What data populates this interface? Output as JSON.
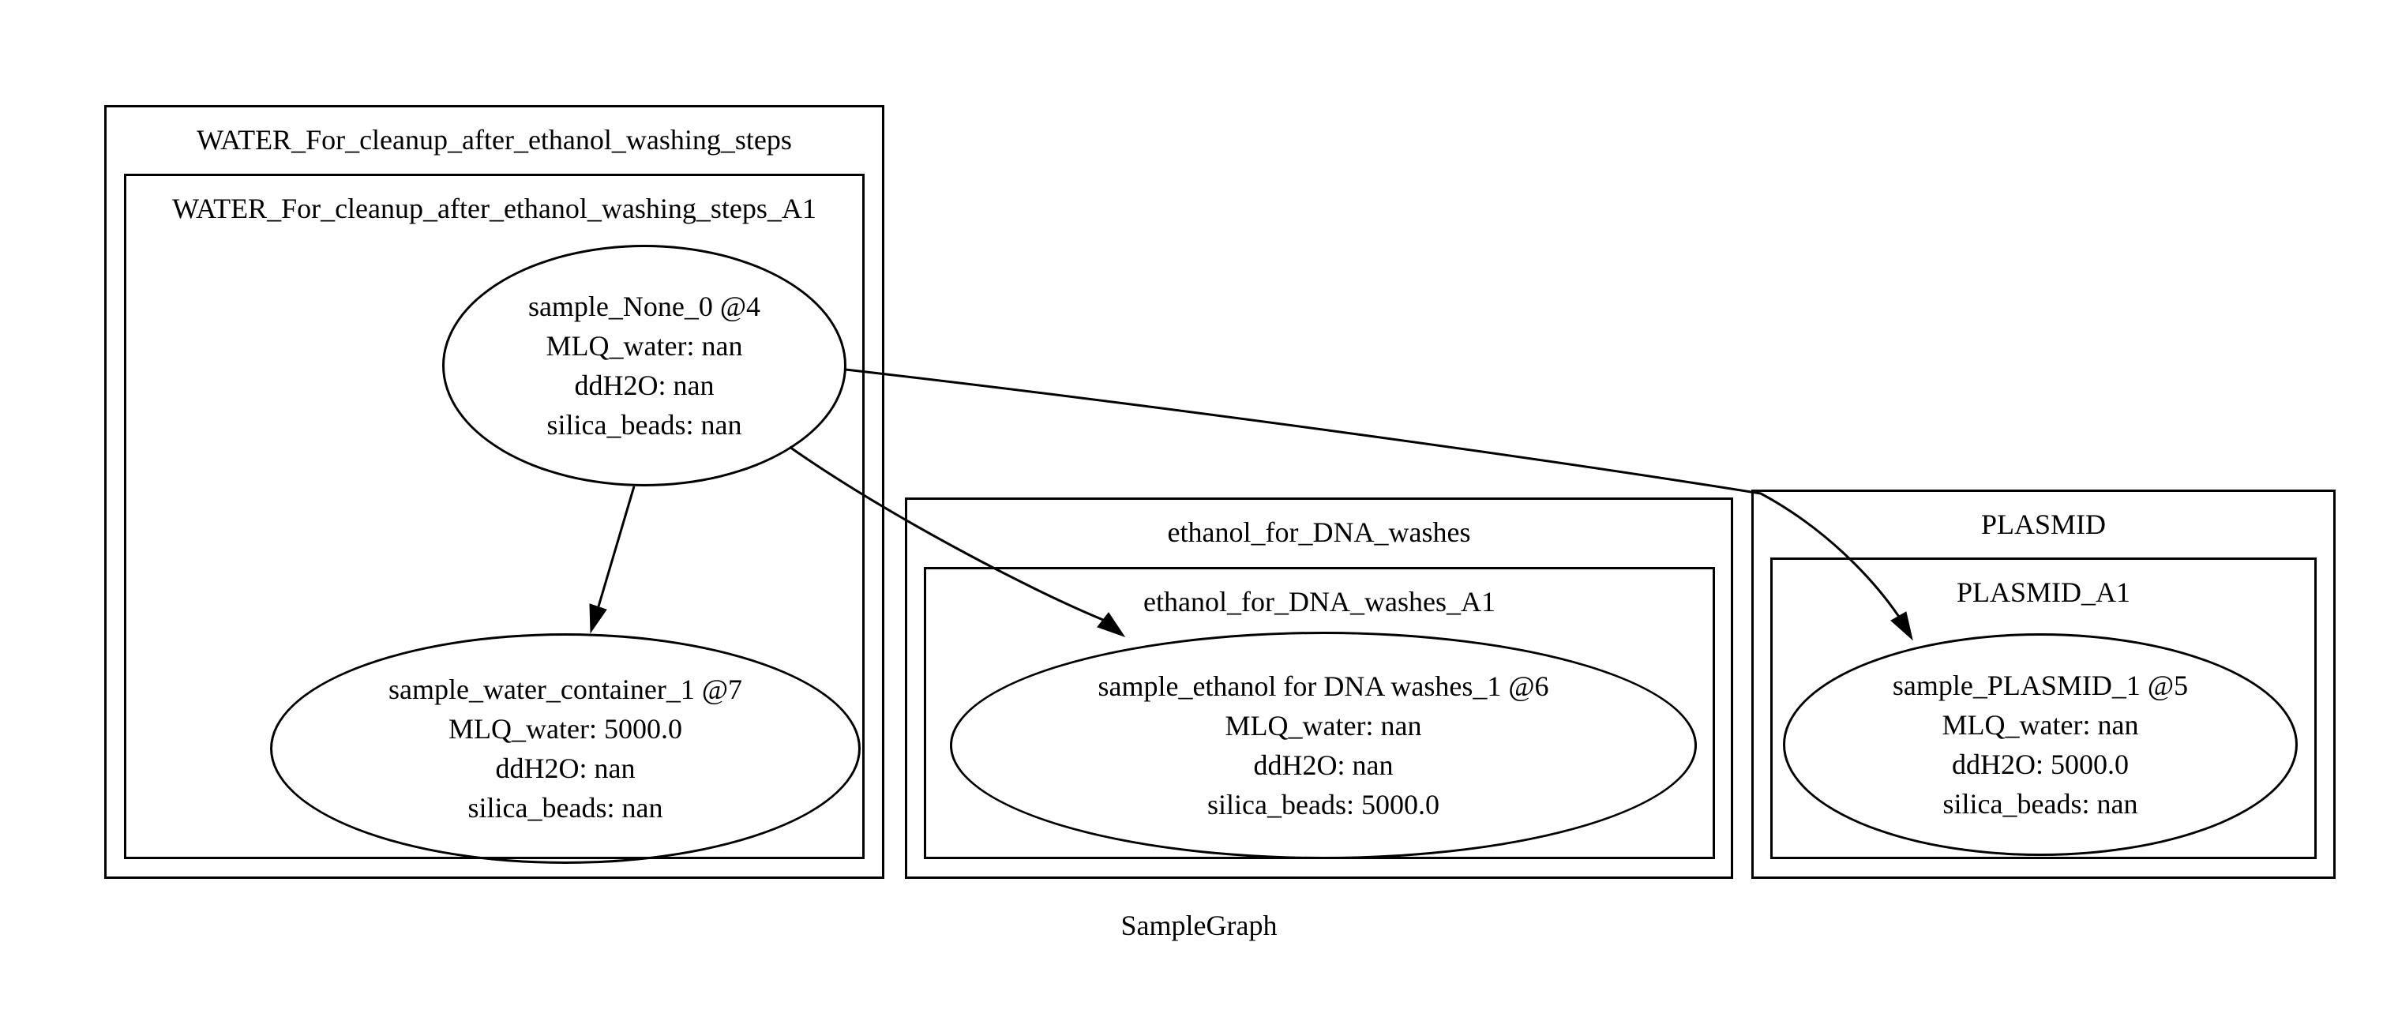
{
  "graph": {
    "label": "SampleGraph",
    "background_color": "#ffffff",
    "line_color": "#000000",
    "text_color": "#000000"
  },
  "clusters": [
    {
      "title": "WATER_For_cleanup_after_ethanol_washing_steps",
      "subcluster_title": "WATER_For_cleanup_after_ethanol_washing_steps_A1",
      "nodes": [
        {
          "lines": [
            "sample_None_0 @4",
            "MLQ_water: nan",
            "ddH2O: nan",
            "silica_beads: nan"
          ]
        },
        {
          "lines": [
            "sample_water_container_1 @7",
            "MLQ_water: 5000.0",
            "ddH2O: nan",
            "silica_beads: nan"
          ]
        }
      ]
    },
    {
      "title": "ethanol_for_DNA_washes",
      "subcluster_title": "ethanol_for_DNA_washes_A1",
      "nodes": [
        {
          "lines": [
            "sample_ethanol for DNA washes_1 @6",
            "MLQ_water: nan",
            "ddH2O: nan",
            "silica_beads: 5000.0"
          ]
        }
      ]
    },
    {
      "title": "PLASMID",
      "subcluster_title": "PLASMID_A1",
      "nodes": [
        {
          "lines": [
            "sample_PLASMID_1 @5",
            "MLQ_water: nan",
            "ddH2O: 5000.0",
            "silica_beads: nan"
          ]
        }
      ]
    }
  ],
  "edges": [
    {
      "from": "sample_None_0 @4",
      "to": "sample_water_container_1 @7"
    },
    {
      "from": "sample_None_0 @4",
      "to": "sample_ethanol for DNA washes_1 @6"
    },
    {
      "from": "sample_None_0 @4",
      "to": "sample_PLASMID_1 @5"
    }
  ]
}
